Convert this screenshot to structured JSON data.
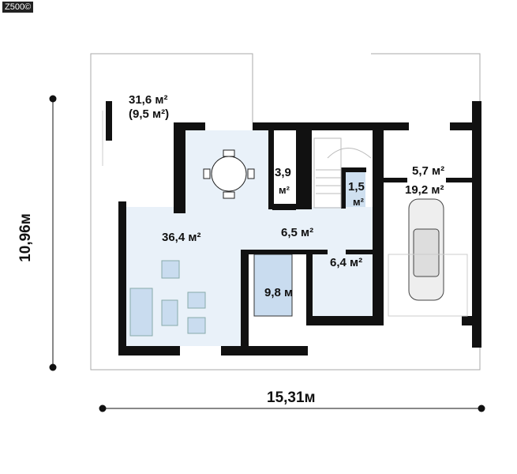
{
  "logo": "Z500©",
  "dimensions": {
    "depth": "10,96м",
    "width": "15,31м"
  },
  "rooms": [
    {
      "id": "terrace",
      "area": "31,6 м²",
      "area_sub": "(9,5 м²)"
    },
    {
      "id": "wardrobe",
      "area_a": "3,9",
      "area_b": "м²"
    },
    {
      "id": "wc",
      "area_a": "1,5",
      "area_b": "м²"
    },
    {
      "id": "boiler",
      "area": "5,7 м²"
    },
    {
      "id": "garage",
      "area": "19,2 м²"
    },
    {
      "id": "living",
      "area": "36,4 м²"
    },
    {
      "id": "hall",
      "area": "6,5 м²"
    },
    {
      "id": "vestibule",
      "area": "6,4 м²"
    },
    {
      "id": "kitchen",
      "area": "9,8 м"
    }
  ],
  "colors": {
    "wall": "#111111",
    "room_fill": "#e9f1f9",
    "furniture": "#c9dcef"
  }
}
